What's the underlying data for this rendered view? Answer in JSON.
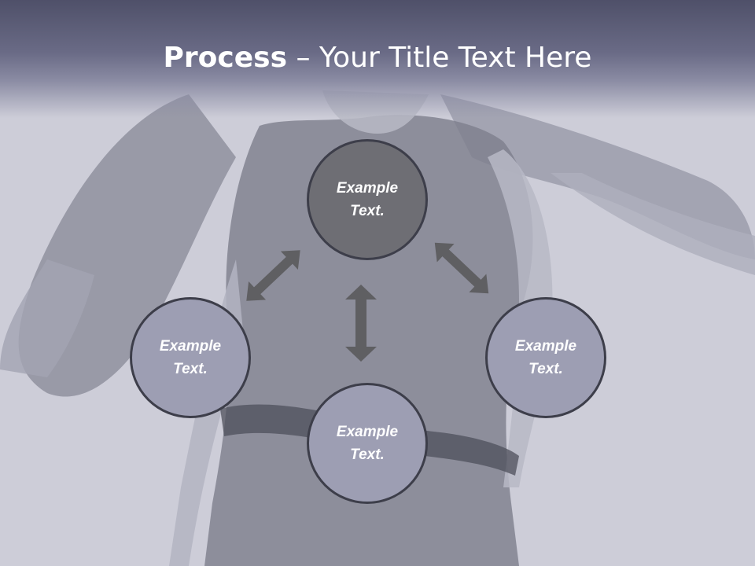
{
  "title": {
    "bold": "Process",
    "rest": " – Your Title Text Here"
  },
  "nodes": {
    "top": "Example\nText.",
    "left": "Example\nText.",
    "right": "Example\nText.",
    "bottom": "Example\nText."
  },
  "colors": {
    "title_bar": "#5a5b76",
    "node_highlight": "#6e6e74",
    "node_default": "#9d9eb3",
    "arrow": "#5f5f62",
    "node_border": "#3d3e4a"
  }
}
